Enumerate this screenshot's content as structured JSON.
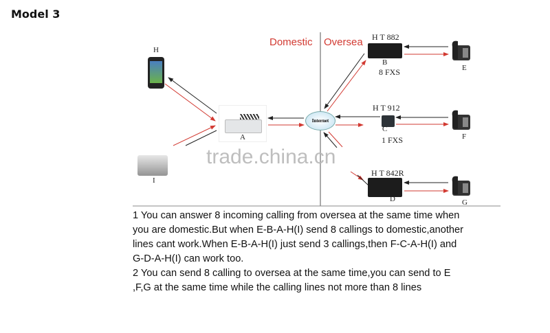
{
  "title": "Model 3",
  "regions": {
    "domestic": "Domestic",
    "oversea": "Oversea"
  },
  "nodes": {
    "H": "H",
    "A": "A",
    "I": "I",
    "internet": "Internet",
    "B": {
      "model": "H T 882",
      "label": "B",
      "ports": "8 FXS"
    },
    "C": {
      "model": "H T 912",
      "label": "C",
      "ports": "1 FXS"
    },
    "D": {
      "model": "H T 842R",
      "label": "D"
    },
    "E": "E",
    "F": "F",
    "G": "G"
  },
  "watermark": "trade.china.cn",
  "notes": [
    "1 You can answer 8 incoming calling from oversea at the same time when",
    "you are domestic.But when E-B-A-H(I) send 8 callings to domestic,another",
    "lines cant work.When E-B-A-H(I) just send 3 callings,then F-C-A-H(I) and",
    "G-D-A-H(I) can work too.",
    "2 You can send 8 calling to oversea at the same time,you can send to E",
    ",F,G at the same time while the calling lines not more than 8 lines"
  ],
  "colors": {
    "arrow_red": "#d23a32",
    "arrow_black": "#222222"
  }
}
